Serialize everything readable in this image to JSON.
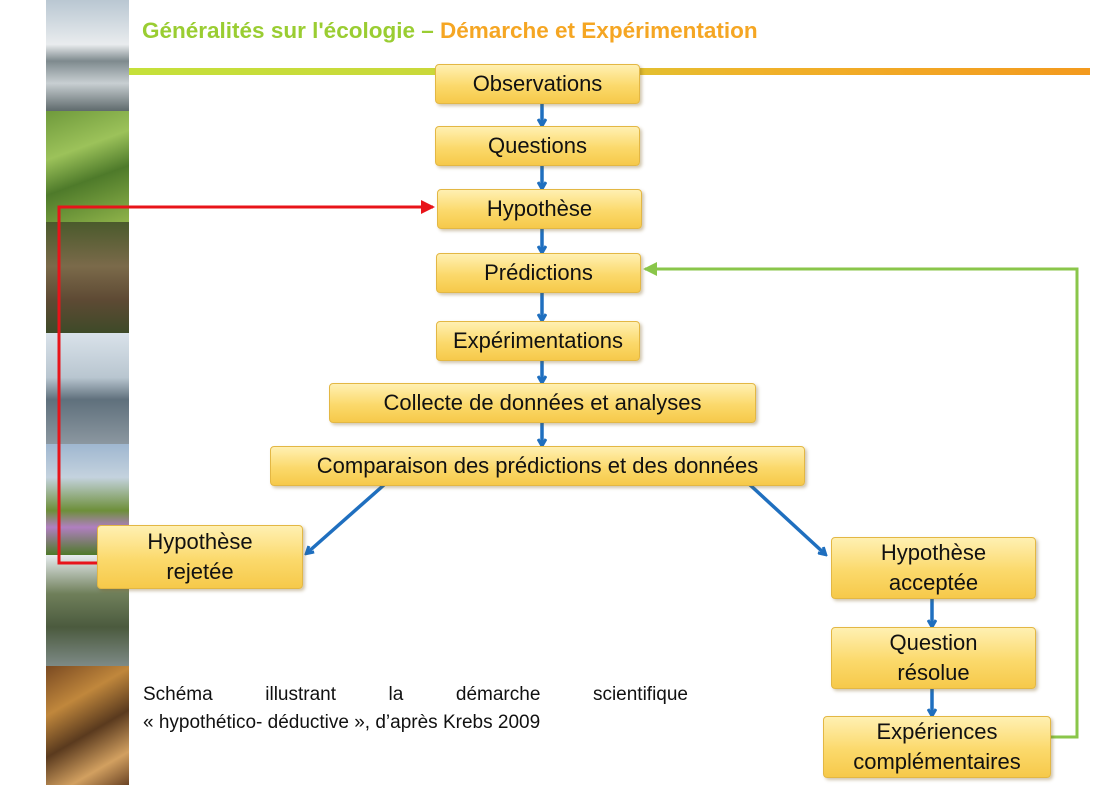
{
  "header": {
    "title_part1": "Généralités sur l'écologie – ",
    "title_part2": "Démarche et Expérimentation",
    "title_color_1": "#9acd32",
    "title_color_2": "#f5a623"
  },
  "diagram": {
    "boxes": {
      "observations": "Observations",
      "questions": "Questions",
      "hypothese": "Hypothèse",
      "predictions": "Prédictions",
      "experimentations": "Expérimentations",
      "collecte": "Collecte de données et analyses",
      "comparaison": "Comparaison des prédictions et des données",
      "hypothese_rejetee": [
        "Hypothèse",
        "rejetée"
      ],
      "hypothese_acceptee": [
        "Hypothèse",
        "acceptée"
      ],
      "question_resolue": [
        "Question",
        "résolue"
      ],
      "experiences_complementaires": [
        "Expériences",
        "complémentaires"
      ]
    },
    "colors": {
      "main_arrows": "#1f6fbf",
      "rejection_loop": "#e8141a",
      "feedback_loop": "#8ac64a",
      "box_fill": "#fbd96b"
    }
  },
  "caption": {
    "line1_words": [
      "Schéma",
      "illustrant",
      "la",
      "démarche",
      "scientifique"
    ],
    "line2": "« hypothético- déductive », d’après Krebs 2009"
  }
}
